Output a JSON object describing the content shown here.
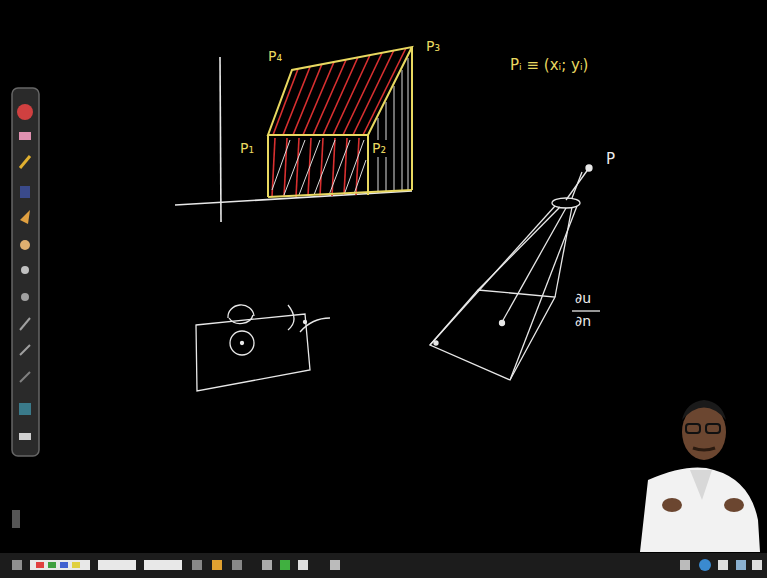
{
  "diagram": {
    "labels": [
      "P₄",
      "P₃",
      "P₁",
      "P₂",
      "Pᵢ ≡ (xᵢ; yᵢ)",
      "P",
      "∂u",
      "∂n"
    ]
  }
}
